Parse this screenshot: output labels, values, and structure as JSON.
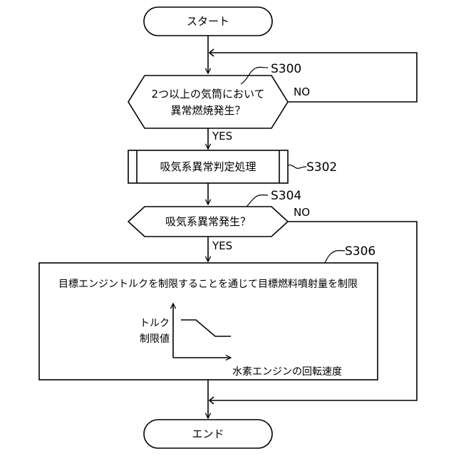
{
  "flowchart": {
    "start": "スタート",
    "end": "エンド",
    "s300": {
      "id": "S300",
      "line1": "2つ以上の気筒において",
      "line2": "異常燃焼発生？",
      "yes": "YES",
      "no": "NO"
    },
    "s302": {
      "id": "S302",
      "text": "吸気系異常判定処理"
    },
    "s304": {
      "id": "S304",
      "text": "吸気系異常発生？",
      "yes": "YES",
      "no": "NO"
    },
    "s306": {
      "id": "S306",
      "text": "目標エンジントルクを制限することを通じて目標燃料噴射量を制限",
      "graph": {
        "ylabel_line1": "トルク",
        "ylabel_line2": "制限値",
        "xlabel": "水素エンジンの回転速度"
      }
    }
  }
}
